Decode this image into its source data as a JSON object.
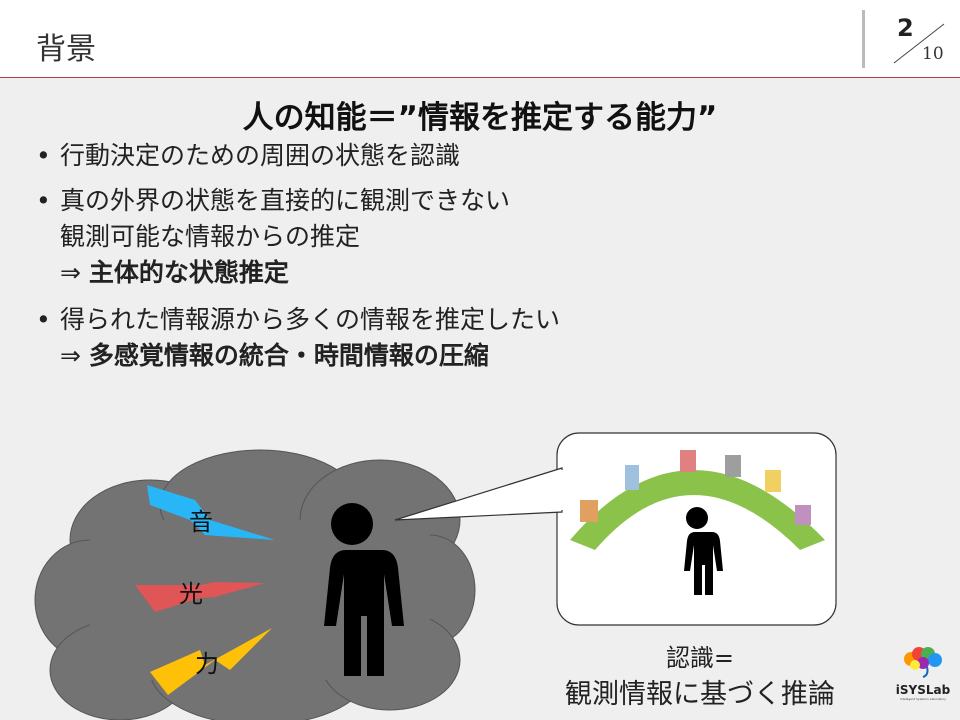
{
  "slide": {
    "title": "背景",
    "page": "2",
    "total": "10"
  },
  "headline": "人の知能＝”情報を推定する能力”",
  "bullets": [
    {
      "lines": [
        "行動決定のための周囲の状態を認識"
      ]
    },
    {
      "lines": [
        "真の外界の状態を直接的に観測できない",
        "観測可能な情報からの推定"
      ],
      "arrow": "⇒",
      "conclusion": "主体的な状態推定"
    },
    {
      "lines": [
        "得られた情報源から多くの情報を推定したい"
      ],
      "arrow": "⇒",
      "conclusion": "多感覚情報の統合・時間情報の圧縮"
    }
  ],
  "bullet_mark": "•",
  "figure": {
    "labels": [
      "音",
      "光",
      "力"
    ],
    "caption1": "認識=",
    "caption2": "観測情報に基づく推論"
  },
  "logo": {
    "name": "iSYSLab",
    "sub": "Intelligent Systems Laboratory"
  },
  "colors": {
    "accent": "#b04040",
    "sound": "#29b6f6",
    "light": "#e05555",
    "force": "#ffc107",
    "cloud": "#707070"
  }
}
